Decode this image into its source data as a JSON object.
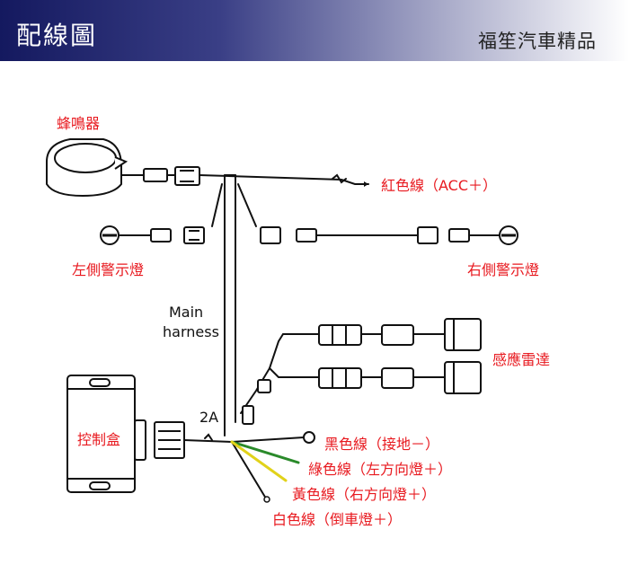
{
  "header": {
    "title": "配線圖",
    "brand": "福笙汽車精品"
  },
  "labels": {
    "buzzer": "蜂鳴器",
    "red_wire": "紅色線（ACC＋）",
    "left_light": "左側警示燈",
    "right_light": "右側警示燈",
    "sensors": "感應雷達",
    "controller": "控制盒",
    "black_wire": "黑色線（接地－）",
    "green_wire": "綠色線（左方向燈＋）",
    "yellow_wire": "黃色線（右方向燈＋）",
    "white_wire": "白色線（倒車燈＋）",
    "harness_line1": "Main",
    "harness_line2": "harness",
    "fuse": "2A"
  },
  "colors": {
    "label_red": "#e8191f",
    "green_wire": "#2a8a2a",
    "yellow_wire": "#e1d21a"
  }
}
